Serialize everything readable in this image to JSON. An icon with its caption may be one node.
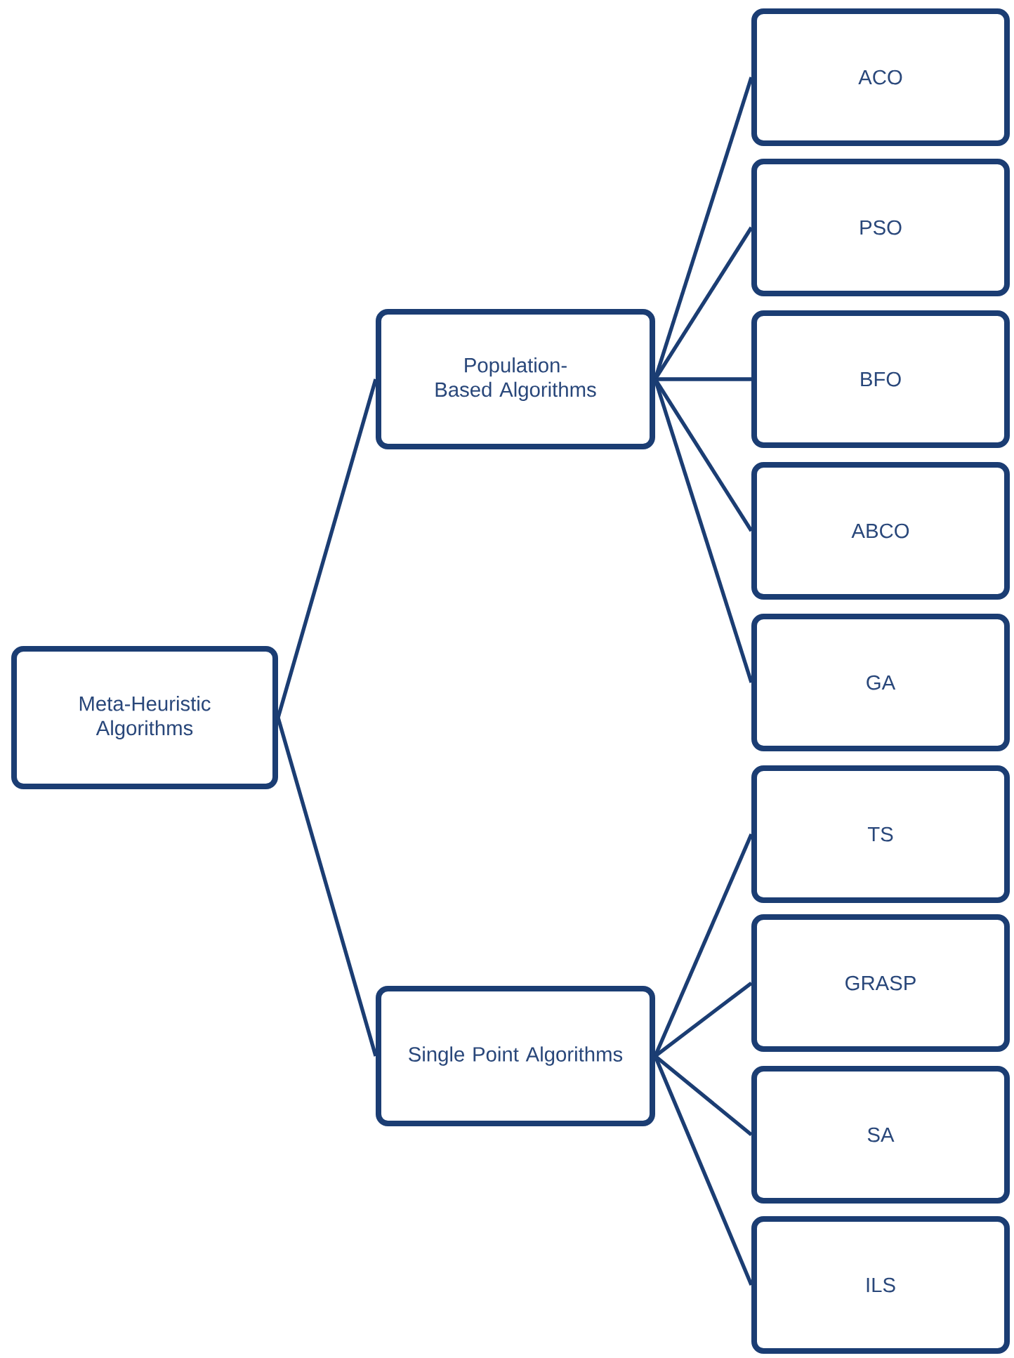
{
  "diagram": {
    "nodes": [
      {
        "text": [
          "Meta-Heuristic Algorithms"
        ]
      },
      {
        "text": [
          "Population-Based Algorithms"
        ]
      },
      {
        "text": [
          "Single Point Algorithms"
        ]
      },
      {
        "text": [
          "ACO"
        ]
      },
      {
        "text": [
          "PSO"
        ]
      },
      {
        "text": [
          "BFO"
        ]
      },
      {
        "text": [
          "ABCO"
        ]
      },
      {
        "text": [
          "GA"
        ]
      },
      {
        "text": [
          "TS"
        ]
      },
      {
        "text": [
          "GRASP"
        ]
      },
      {
        "text": [
          "SA"
        ]
      },
      {
        "text": [
          "ILS"
        ]
      }
    ],
    "edges": [
      {
        "from": 0,
        "to": 1,
        "arrow": "none"
      },
      {
        "from": 0,
        "to": 2,
        "arrow": "none"
      },
      {
        "from": 1,
        "to": 3,
        "arrow": "none"
      },
      {
        "from": 1,
        "to": 4,
        "arrow": "none"
      },
      {
        "from": 1,
        "to": 5,
        "arrow": "none"
      },
      {
        "from": 1,
        "to": 6,
        "arrow": "none"
      },
      {
        "from": 1,
        "to": 7,
        "arrow": "none"
      },
      {
        "from": 2,
        "to": 8,
        "arrow": "none"
      },
      {
        "from": 2,
        "to": 9,
        "arrow": "none"
      },
      {
        "from": 2,
        "to": 10,
        "arrow": "none"
      },
      {
        "from": 2,
        "to": 11,
        "arrow": "none"
      }
    ]
  }
}
